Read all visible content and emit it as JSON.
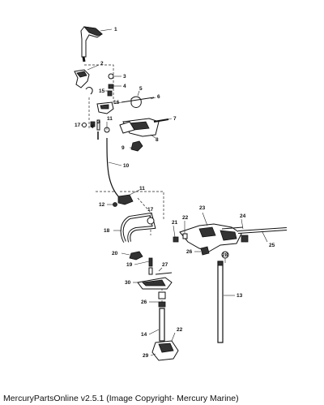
{
  "caption": "MercuryPartsOnline v2.5.1 (Image Copyright- Mercury Marine)",
  "callouts": [
    "1",
    "2",
    "3",
    "4",
    "15",
    "5",
    "16",
    "6",
    "7",
    "17",
    "4",
    "3",
    "11",
    "8",
    "9",
    "10",
    "11",
    "12",
    "17",
    "21",
    "22",
    "23",
    "24",
    "18",
    "25",
    "20",
    "26",
    "28",
    "19",
    "27",
    "30",
    "13",
    "26",
    "14",
    "22",
    "29"
  ]
}
